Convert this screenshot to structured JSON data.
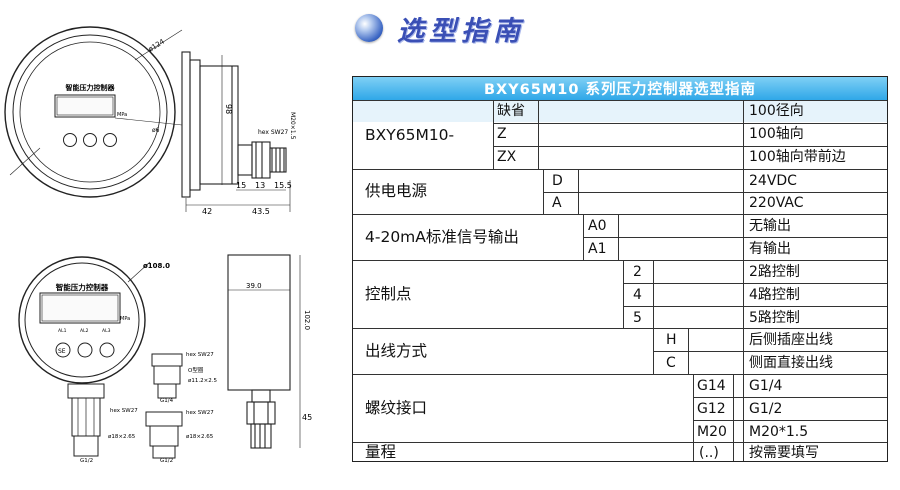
{
  "heading": {
    "title": "选型指南"
  },
  "table": {
    "header": "BXY65M10 系列压力控制器选型指南",
    "groups": {
      "model": {
        "label": "BXY65M10-",
        "options": [
          {
            "code": "缺省",
            "desc": "100径向"
          },
          {
            "code": "Z",
            "desc": "100轴向"
          },
          {
            "code": "ZX",
            "desc": "100轴向带前边"
          }
        ]
      },
      "power": {
        "label": "供电电源",
        "options": [
          {
            "code": "D",
            "desc": "24VDC"
          },
          {
            "code": "A",
            "desc": "220VAC"
          }
        ]
      },
      "signal": {
        "label": "4-20mA标准信号输出",
        "options": [
          {
            "code": "A0",
            "desc": "无输出"
          },
          {
            "code": "A1",
            "desc": "有输出"
          }
        ]
      },
      "control": {
        "label": "控制点",
        "options": [
          {
            "code": "2",
            "desc": "2路控制"
          },
          {
            "code": "4",
            "desc": "4路控制"
          },
          {
            "code": "5",
            "desc": "5路控制"
          }
        ]
      },
      "outlet": {
        "label": "出线方式",
        "options": [
          {
            "code": "H",
            "desc": "后侧插座出线"
          },
          {
            "code": "C",
            "desc": "侧面直接出线"
          }
        ]
      },
      "thread": {
        "label": "螺纹接口",
        "options": [
          {
            "code": "G14",
            "desc": "G1/4"
          },
          {
            "code": "G12",
            "desc": "G1/2"
          },
          {
            "code": "M20",
            "desc": "M20*1.5"
          }
        ]
      },
      "range": {
        "label": "量程",
        "options": [
          {
            "code": "(..)",
            "desc": "按需要填写"
          }
        ]
      }
    }
  },
  "drawing_top": {
    "front_title": "智能压力控制器",
    "unit": "MPa",
    "dia_label": "ø124",
    "dia_small": "ø6",
    "height_label": "98",
    "hex_label": "hex SW27",
    "thread_label": "M20×1.5",
    "dims": [
      "15",
      "13",
      "15.5",
      "42",
      "43.5"
    ]
  },
  "drawing_bottom": {
    "front_title": "智能压力控制器",
    "unit": "MPa",
    "dia_label": "ø108.0",
    "width_label": "39.0",
    "height_label": "102.0",
    "small_dim": "45",
    "hex_labels": [
      "hex SW27",
      "hex SW27",
      "hex SW27"
    ],
    "oring": "O型圈",
    "oring_sizes": [
      "ø11.2×2.5",
      "ø18×2.65",
      "ø18×2.65"
    ],
    "thread_labels": [
      "G1/4",
      "G1/2",
      "G1/2"
    ],
    "button_labels": [
      "SE",
      "",
      ""
    ],
    "led_labels": [
      "AL1",
      "AL2",
      "AL3"
    ]
  }
}
